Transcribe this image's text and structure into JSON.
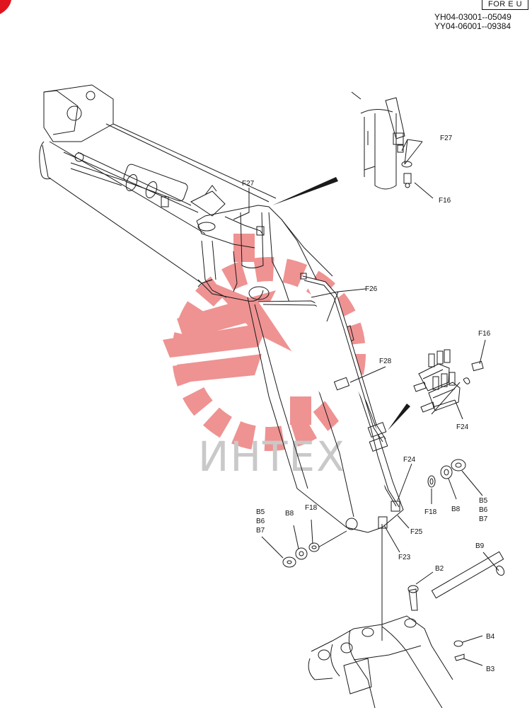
{
  "header": {
    "variant_badge": "FOR E U",
    "serial_range_1": "YH04-03001--05049",
    "serial_range_2": "YY04-06001--09384"
  },
  "watermark": {
    "text": "ИНТЕХ"
  },
  "callouts": {
    "f27_detail": "F27",
    "f16_detail": "F16",
    "f27_main": "F27",
    "f26": "F26",
    "f16_valve": "F16",
    "f28": "F28",
    "f24_valve": "F24",
    "f24_pipe": "F24",
    "b5_right": "B5",
    "b6_right": "B6",
    "b7_right": "B7",
    "f18_right": "F18",
    "b8_right": "B8",
    "f25": "F25",
    "b5_left": "B5",
    "b6_left": "B6",
    "b7_left": "B7",
    "b8_left": "B8",
    "f18_left": "F18",
    "f23": "F23",
    "b9": "B9",
    "b2": "B2",
    "b4": "B4",
    "b3": "B3"
  },
  "colors": {
    "line": "#1a1a1a",
    "watermark_red": "#e23a3a",
    "watermark_grey": "#c9c9c9",
    "corner_mark": "#e0141e"
  }
}
